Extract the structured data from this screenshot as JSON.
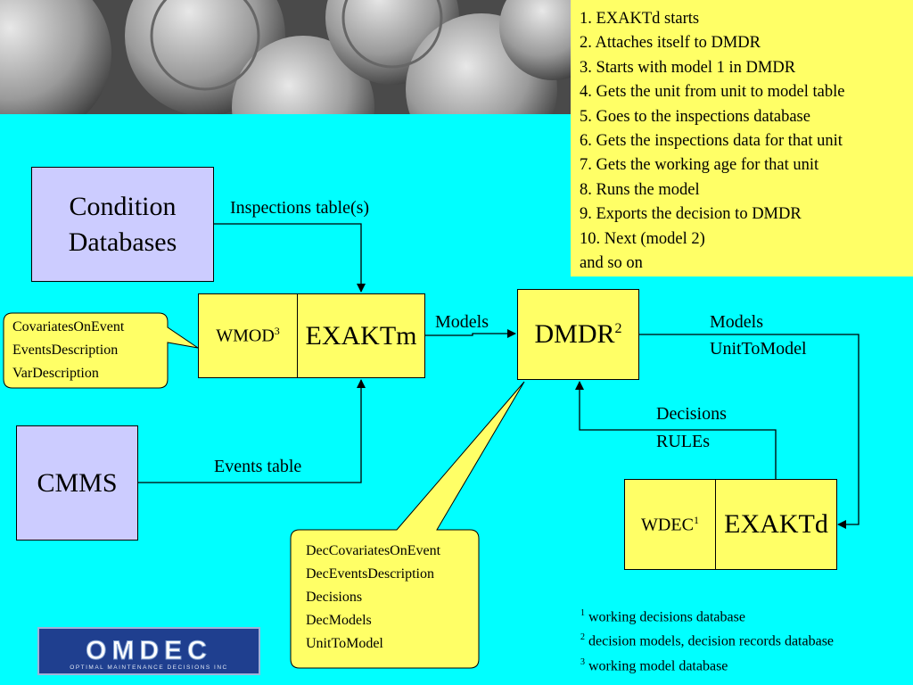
{
  "steps": [
    "1. EXAKTd starts",
    "2. Attaches itself to DMDR",
    "3. Starts with model 1 in DMDR",
    "4. Gets the unit from unit to model table",
    "5. Goes to the inspections database",
    "6. Gets the inspections data for that unit",
    "7. Gets the working age for that unit",
    "8. Runs the model",
    "9. Exports the decision to DMDR",
    "10. Next (model 2)",
    "and so on"
  ],
  "nodes": {
    "condition_db": {
      "line1": "Condition",
      "line2": "Databases"
    },
    "cmms": "CMMS",
    "wmod": {
      "label": "WMOD",
      "sup": "3"
    },
    "exaktm": "EXAKTm",
    "dmdr": {
      "label": "DMDR",
      "sup": "2"
    },
    "wdec": {
      "label": "WDEC",
      "sup": "1"
    },
    "exaktd": "EXAKTd"
  },
  "edge_labels": {
    "inspections": "Inspections table(s)",
    "events": "Events table",
    "models_left": "Models",
    "models_right_1": "Models",
    "models_right_2": "UnitToModel",
    "decisions_1": "Decisions",
    "decisions_2": "RULEs"
  },
  "callout_wmod": [
    "CovariatesOnEvent",
    "EventsDescription",
    "VarDescription"
  ],
  "callout_dmdr": [
    "DecCovariatesOnEvent",
    "DecEventsDescription",
    "Decisions",
    "DecModels",
    "UnitToModel"
  ],
  "footnotes": [
    {
      "sup": "1",
      "text": " working decisions database"
    },
    {
      "sup": "2",
      "text": " decision models, decision records database"
    },
    {
      "sup": "3",
      "text": " working model database"
    }
  ],
  "logo": {
    "name": "OMDEC",
    "tagline": "OPTIMAL MAINTENANCE DECISIONS INC"
  },
  "colors": {
    "background": "#00ffff",
    "note": "#ffff66",
    "database_box": "#ccccff",
    "module_box": "#ffff66",
    "logo": "#1f3f8f"
  }
}
